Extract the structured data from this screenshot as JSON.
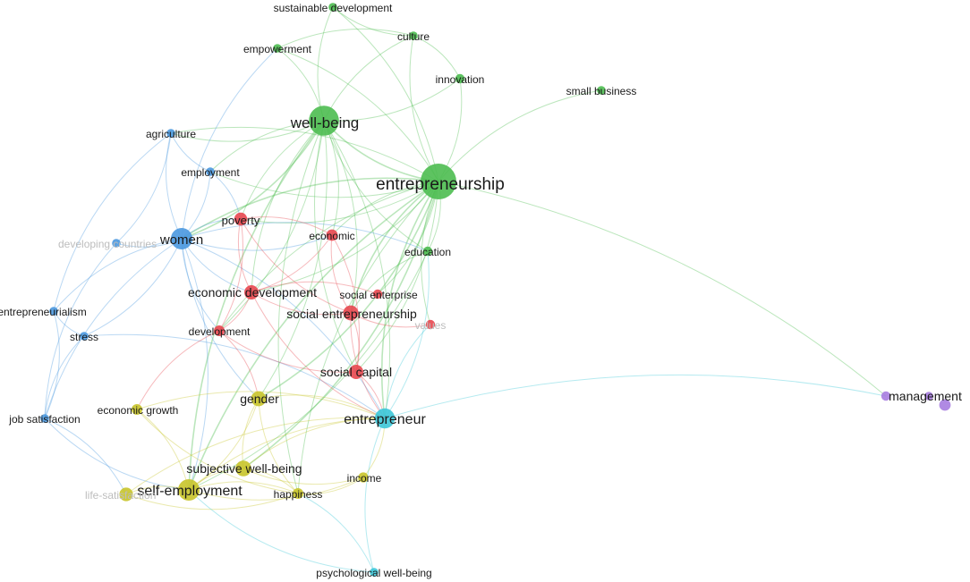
{
  "colors": {
    "red": "#e8474f",
    "green": "#4cbc50",
    "blue": "#4a98df",
    "yellow": "#c8c42a",
    "cyan": "#3cc7d8",
    "purple": "#a77de0"
  },
  "nodes": [
    {
      "id": "entrepreneurship",
      "label": "entrepreneurship",
      "cluster": "green",
      "weight": 5,
      "lx": "right-anchor"
    },
    {
      "id": "well-being",
      "label": "well-being",
      "cluster": "green",
      "weight": 4.2
    },
    {
      "id": "sustainable development",
      "label": "sustainable development",
      "cluster": "green",
      "weight": 1.2
    },
    {
      "id": "culture",
      "label": "culture",
      "cluster": "green",
      "weight": 1.2
    },
    {
      "id": "empowerment",
      "label": "empowerment",
      "cluster": "green",
      "weight": 1.2
    },
    {
      "id": "innovation",
      "label": "innovation",
      "cluster": "green",
      "weight": 1.3
    },
    {
      "id": "small business",
      "label": "small business",
      "cluster": "green",
      "weight": 1.2
    },
    {
      "id": "education",
      "label": "education",
      "cluster": "green",
      "weight": 1.3
    },
    {
      "id": "women",
      "label": "women",
      "cluster": "blue",
      "weight": 3
    },
    {
      "id": "agriculture",
      "label": "agriculture",
      "cluster": "blue",
      "weight": 1.2
    },
    {
      "id": "employment",
      "label": "employment",
      "cluster": "blue",
      "weight": 1.2
    },
    {
      "id": "developing countries",
      "label": "developing countries",
      "cluster": "blue",
      "weight": 1.2
    },
    {
      "id": "entrepreneurialism",
      "label": "entrepreneurialism",
      "cluster": "blue",
      "weight": 1.2
    },
    {
      "id": "stress",
      "label": "stress",
      "cluster": "blue",
      "weight": 1.2
    },
    {
      "id": "job satisfaction",
      "label": "job satisfaction",
      "cluster": "blue",
      "weight": 1.2
    },
    {
      "id": "poverty",
      "label": "poverty",
      "cluster": "red",
      "weight": 1.8
    },
    {
      "id": "economic",
      "label": "economic",
      "cluster": "red",
      "weight": 1.6
    },
    {
      "id": "economic development",
      "label": "economic development",
      "cluster": "red",
      "weight": 2
    },
    {
      "id": "social enterprise",
      "label": "social enterprise",
      "cluster": "red",
      "weight": 1.3
    },
    {
      "id": "social entrepreneurship",
      "label": "social entrepreneurship",
      "cluster": "red",
      "weight": 2.1
    },
    {
      "id": "values",
      "label": "values",
      "cluster": "red",
      "weight": 1.3
    },
    {
      "id": "development",
      "label": "development",
      "cluster": "red",
      "weight": 1.5
    },
    {
      "id": "social capital",
      "label": "social capital",
      "cluster": "red",
      "weight": 2
    },
    {
      "id": "gender",
      "label": "gender",
      "cluster": "yellow",
      "weight": 2.1
    },
    {
      "id": "economic growth",
      "label": "economic growth",
      "cluster": "yellow",
      "weight": 1.5
    },
    {
      "id": "subjective well-being",
      "label": "subjective well-being",
      "cluster": "yellow",
      "weight": 2.2
    },
    {
      "id": "self-employment",
      "label": "self-employment",
      "cluster": "yellow",
      "weight": 3
    },
    {
      "id": "life-satisfaction",
      "label": "life-satisfaction",
      "cluster": "yellow",
      "weight": 1.9
    },
    {
      "id": "happiness",
      "label": "happiness",
      "cluster": "yellow",
      "weight": 1.5
    },
    {
      "id": "income",
      "label": "income",
      "cluster": "yellow",
      "weight": 1.4
    },
    {
      "id": "entrepreneur",
      "label": "entrepreneur",
      "cluster": "cyan",
      "weight": 2.8
    },
    {
      "id": "psychological well-being",
      "label": "psychological well-being",
      "cluster": "cyan",
      "weight": 1.2
    },
    {
      "id": "management",
      "label": "management",
      "cluster": "purple",
      "weight": 1.3
    }
  ],
  "edges": [
    [
      "entrepreneurship",
      "well-being"
    ],
    [
      "entrepreneurship",
      "sustainable development"
    ],
    [
      "entrepreneurship",
      "culture"
    ],
    [
      "entrepreneurship",
      "innovation"
    ],
    [
      "entrepreneurship",
      "small business"
    ],
    [
      "entrepreneurship",
      "empowerment"
    ],
    [
      "entrepreneurship",
      "education"
    ],
    [
      "entrepreneurship",
      "women"
    ],
    [
      "entrepreneurship",
      "poverty"
    ],
    [
      "entrepreneurship",
      "economic"
    ],
    [
      "entrepreneurship",
      "economic development"
    ],
    [
      "entrepreneurship",
      "social entrepreneurship"
    ],
    [
      "entrepreneurship",
      "social enterprise"
    ],
    [
      "entrepreneurship",
      "development"
    ],
    [
      "entrepreneurship",
      "social capital"
    ],
    [
      "entrepreneurship",
      "entrepreneur"
    ],
    [
      "entrepreneurship",
      "gender"
    ],
    [
      "entrepreneurship",
      "self-employment"
    ],
    [
      "entrepreneurship",
      "subjective well-being"
    ],
    [
      "entrepreneurship",
      "happiness"
    ],
    [
      "entrepreneurship",
      "management"
    ],
    [
      "entrepreneurship",
      "agriculture"
    ],
    [
      "entrepreneurship",
      "employment"
    ],
    [
      "entrepreneurship",
      "values"
    ],
    [
      "well-being",
      "sustainable development"
    ],
    [
      "well-being",
      "empowerment"
    ],
    [
      "well-being",
      "culture"
    ],
    [
      "well-being",
      "innovation"
    ],
    [
      "well-being",
      "women"
    ],
    [
      "well-being",
      "poverty"
    ],
    [
      "well-being",
      "economic"
    ],
    [
      "well-being",
      "economic development"
    ],
    [
      "well-being",
      "agriculture"
    ],
    [
      "well-being",
      "employment"
    ],
    [
      "well-being",
      "entrepreneur"
    ],
    [
      "well-being",
      "education"
    ],
    [
      "well-being",
      "development"
    ],
    [
      "well-being",
      "social capital"
    ],
    [
      "well-being",
      "gender"
    ],
    [
      "well-being",
      "self-employment"
    ],
    [
      "well-being",
      "social entrepreneurship"
    ],
    [
      "well-being",
      "happiness"
    ],
    [
      "women",
      "agriculture"
    ],
    [
      "women",
      "employment"
    ],
    [
      "women",
      "developing countries"
    ],
    [
      "women",
      "entrepreneurialism"
    ],
    [
      "women",
      "stress"
    ],
    [
      "women",
      "job satisfaction"
    ],
    [
      "women",
      "poverty"
    ],
    [
      "women",
      "economic development"
    ],
    [
      "women",
      "entrepreneur"
    ],
    [
      "women",
      "gender"
    ],
    [
      "women",
      "self-employment"
    ],
    [
      "women",
      "development"
    ],
    [
      "women",
      "empowerment"
    ],
    [
      "women",
      "economic"
    ],
    [
      "women",
      "education"
    ],
    [
      "agriculture",
      "employment"
    ],
    [
      "agriculture",
      "developing countries"
    ],
    [
      "agriculture",
      "entrepreneurialism"
    ],
    [
      "employment",
      "poverty"
    ],
    [
      "entrepreneurialism",
      "stress"
    ],
    [
      "entrepreneurialism",
      "job satisfaction"
    ],
    [
      "stress",
      "job satisfaction"
    ],
    [
      "stress",
      "entrepreneur"
    ],
    [
      "job satisfaction",
      "self-employment"
    ],
    [
      "job satisfaction",
      "life-satisfaction"
    ],
    [
      "developing countries",
      "job satisfaction"
    ],
    [
      "poverty",
      "economic"
    ],
    [
      "poverty",
      "economic development"
    ],
    [
      "poverty",
      "development"
    ],
    [
      "poverty",
      "social entrepreneurship"
    ],
    [
      "economic",
      "economic development"
    ],
    [
      "economic",
      "social entrepreneurship"
    ],
    [
      "economic development",
      "social enterprise"
    ],
    [
      "economic development",
      "social entrepreneurship"
    ],
    [
      "economic development",
      "development"
    ],
    [
      "social entrepreneurship",
      "values"
    ],
    [
      "social entrepreneurship",
      "social capital"
    ],
    [
      "social entrepreneurship",
      "entrepreneur"
    ],
    [
      "social capital",
      "entrepreneur"
    ],
    [
      "development",
      "social capital"
    ],
    [
      "development",
      "gender"
    ],
    [
      "development",
      "economic growth"
    ],
    [
      "gender",
      "self-employment"
    ],
    [
      "gender",
      "subjective well-being"
    ],
    [
      "gender",
      "entrepreneur"
    ],
    [
      "gender",
      "happiness"
    ],
    [
      "economic growth",
      "self-employment"
    ],
    [
      "economic growth",
      "happiness"
    ],
    [
      "economic growth",
      "entrepreneur"
    ],
    [
      "subjective well-being",
      "self-employment"
    ],
    [
      "subjective well-being",
      "happiness"
    ],
    [
      "subjective well-being",
      "income"
    ],
    [
      "subjective well-being",
      "entrepreneur"
    ],
    [
      "self-employment",
      "life-satisfaction"
    ],
    [
      "self-employment",
      "happiness"
    ],
    [
      "self-employment",
      "income"
    ],
    [
      "self-employment",
      "entrepreneur"
    ],
    [
      "happiness",
      "income"
    ],
    [
      "happiness",
      "life-satisfaction"
    ],
    [
      "income",
      "entrepreneur"
    ],
    [
      "life-satisfaction",
      "entrepreneur"
    ],
    [
      "entrepreneur",
      "psychological well-being"
    ],
    [
      "entrepreneur",
      "management"
    ],
    [
      "entrepreneur",
      "education"
    ],
    [
      "entrepreneur",
      "values"
    ],
    [
      "psychological well-being",
      "happiness"
    ],
    [
      "psychological well-being",
      "self-employment"
    ],
    [
      "economic development",
      "entrepreneur"
    ],
    [
      "economic",
      "social capital"
    ],
    [
      "education",
      "social entrepreneurship"
    ],
    [
      "education",
      "self-employment"
    ],
    [
      "innovation",
      "culture"
    ],
    [
      "empowerment",
      "culture"
    ],
    [
      "sustainable development",
      "culture"
    ]
  ]
}
